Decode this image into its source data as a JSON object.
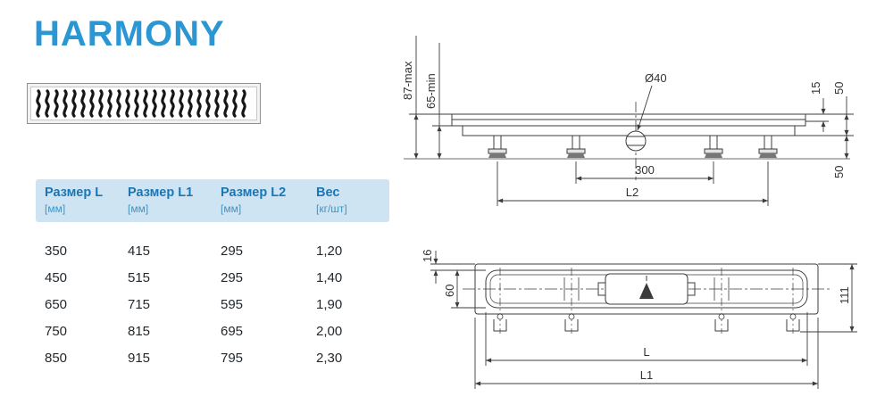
{
  "title": "HARMONY",
  "table": {
    "headers": [
      {
        "label": "Размер L",
        "unit": "[мм]"
      },
      {
        "label": "Размер L1",
        "unit": "[мм]"
      },
      {
        "label": "Размер L2",
        "unit": "[мм]"
      },
      {
        "label": "Вес",
        "unit": "[кг/шт]"
      }
    ],
    "rows": [
      [
        "350",
        "415",
        "295",
        "1,20"
      ],
      [
        "450",
        "515",
        "295",
        "1,40"
      ],
      [
        "650",
        "715",
        "595",
        "1,90"
      ],
      [
        "750",
        "815",
        "695",
        "2,00"
      ],
      [
        "850",
        "915",
        "795",
        "2,30"
      ]
    ]
  },
  "side_view": {
    "dim_height_max": "87-max",
    "dim_height_min": "65-min",
    "dim_diameter": "Ø40",
    "dim_15": "15",
    "dim_50_upper": "50",
    "dim_50_lower": "50",
    "dim_300": "300",
    "dim_l2": "L2"
  },
  "top_view": {
    "dim_16": "16",
    "dim_60": "60",
    "dim_111": "111",
    "dim_l": "L",
    "dim_l1": "L1"
  },
  "colors": {
    "accent": "#2a96d4",
    "table_header_bg": "#cfe4f2",
    "table_header_text": "#1877b4",
    "drawing_line": "#3c3c3c"
  }
}
